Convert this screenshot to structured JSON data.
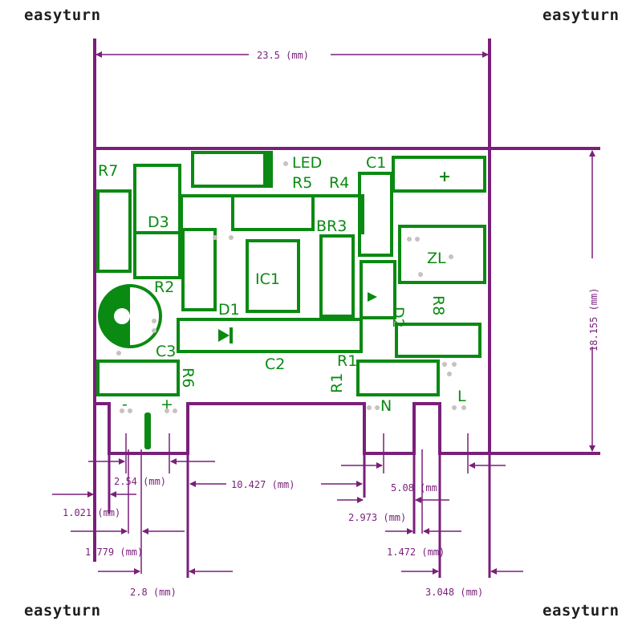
{
  "watermark": {
    "text_tl": "easyturn",
    "text_tr": "easyturn",
    "text_bl": "easyturn",
    "text_br": "easyturn"
  },
  "colors": {
    "pcb_green": "#0a8a12",
    "dimension_purple": "#7a1f7a",
    "pad_gray": "#c9c0c0"
  },
  "components": {
    "R7": "R7",
    "D3": "D3",
    "R2": "R2",
    "C3": "C3",
    "R6": "R6",
    "LED": "LED",
    "R5": "R5",
    "R4": "R4",
    "IC1": "IC1",
    "D1": "D1",
    "C2": "C2",
    "BR3": "BR3",
    "C1": "C1",
    "plus_c1": "+",
    "ZL": "ZL",
    "D2": "D2",
    "R8": "R8",
    "R1a": "R1",
    "R1b": "R1",
    "minus": "-",
    "plus": "+",
    "N": "N",
    "L": "L"
  },
  "dimensions": {
    "width": "23.5 (mm)",
    "height": "18.155 (mm)",
    "d_2_54": "2.54 (mm)",
    "d_10_427": "10.427 (mm)",
    "d_5_08": "5.08 (mm)",
    "d_1_021": "1.021 (mm)",
    "d_2_973": "2.973 (mm)",
    "d_1_779": "1.779 (mm)",
    "d_1_472": "1.472 (mm)",
    "d_2_8": "2.8 (mm)",
    "d_3_048": "3.048 (mm)"
  }
}
